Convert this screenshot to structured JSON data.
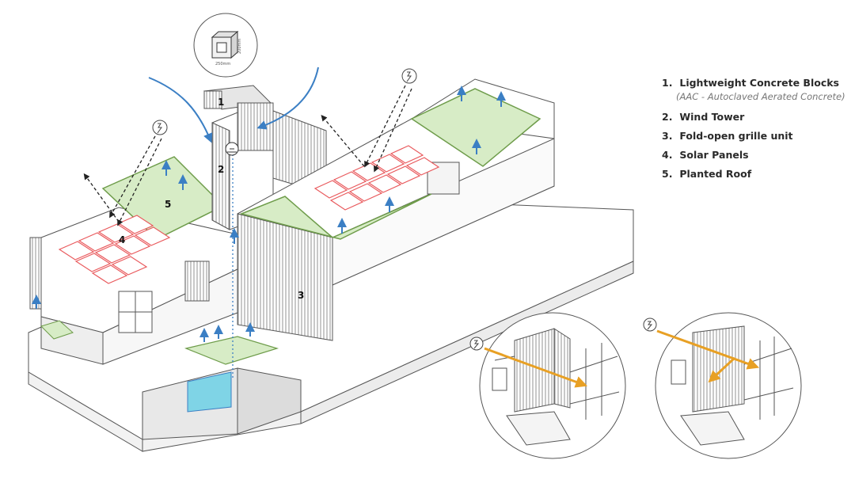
{
  "legend": {
    "items": [
      {
        "number": "1.",
        "label": "Lightweight Concrete Blocks",
        "note": "(AAC - Autoclaved Aerated Concrete)"
      },
      {
        "number": "2.",
        "label": "Wind Tower"
      },
      {
        "number": "3.",
        "label": "Fold-open grille unit"
      },
      {
        "number": "4.",
        "label": "Solar Panels"
      },
      {
        "number": "5.",
        "label": "Planted Roof"
      }
    ]
  },
  "callouts": [
    "1",
    "2",
    "3",
    "4",
    "5"
  ],
  "block_dims": {
    "width": "250mm",
    "height": "200mm"
  },
  "colors": {
    "line": "#555555",
    "green_roof": "#d7ecc6",
    "green_edge": "#6e9c4a",
    "solar": "#e9595c",
    "air_flow": "#3b7fc4",
    "water": "#7fd4e6",
    "sun_ray": "#e8a024"
  },
  "icons": [
    "sun-icon",
    "fan-icon",
    "wind-arrow-icon",
    "concrete-block-icon"
  ]
}
